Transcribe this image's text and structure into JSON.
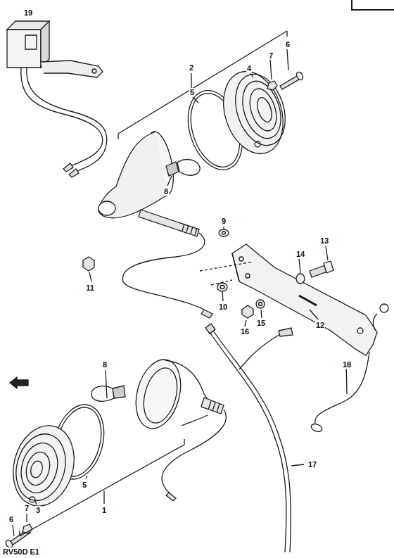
{
  "diagram": {
    "labels": [
      "19",
      "2",
      "7",
      "6",
      "4",
      "5",
      "8",
      "9",
      "13",
      "14",
      "11",
      "10",
      "16",
      "15",
      "12",
      "18",
      "17",
      "8",
      "5",
      "3",
      "7",
      "6",
      "1",
      "RV50D E1"
    ]
  }
}
